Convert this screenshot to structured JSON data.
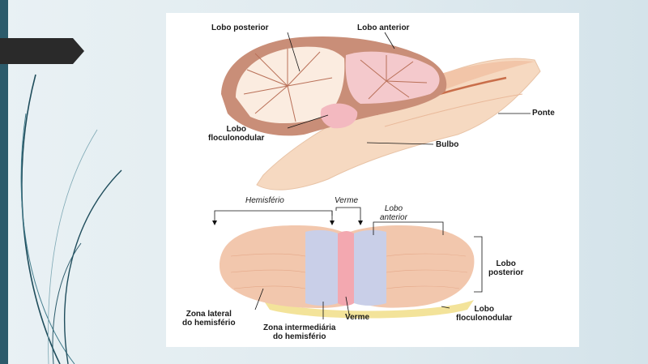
{
  "slide": {
    "colors": {
      "bar": "#2c5b6b",
      "tab": "#2a2a2a",
      "cerebellum": "#f2c7ad",
      "vermis": "#f3a8b0",
      "intermediate": "#c9cfe8",
      "flocculus": "#f3e39a"
    }
  },
  "top_figure": {
    "lobo_posterior": "Lobo posterior",
    "lobo_anterior": "Lobo anterior",
    "lobo_flocu_1": "Lobo",
    "lobo_flocu_2": "floculonodular",
    "ponte": "Ponte",
    "bulbo": "Bulbo"
  },
  "bottom_figure": {
    "hemisferio": "Hemisfério",
    "verme_top": "Verme",
    "lobo_anterior_1": "Lobo",
    "lobo_anterior_2": "anterior",
    "lobo_posterior_1": "Lobo",
    "lobo_posterior_2": "posterior",
    "zona_lateral_1": "Zona lateral",
    "zona_lateral_2": "do hemisfério",
    "verme_bottom": "Verme",
    "zona_inter_1": "Zona intermediária",
    "zona_inter_2": "do hemisfério",
    "lobo_flocu_1": "Lobo",
    "lobo_flocu_2": "floculonodular"
  }
}
